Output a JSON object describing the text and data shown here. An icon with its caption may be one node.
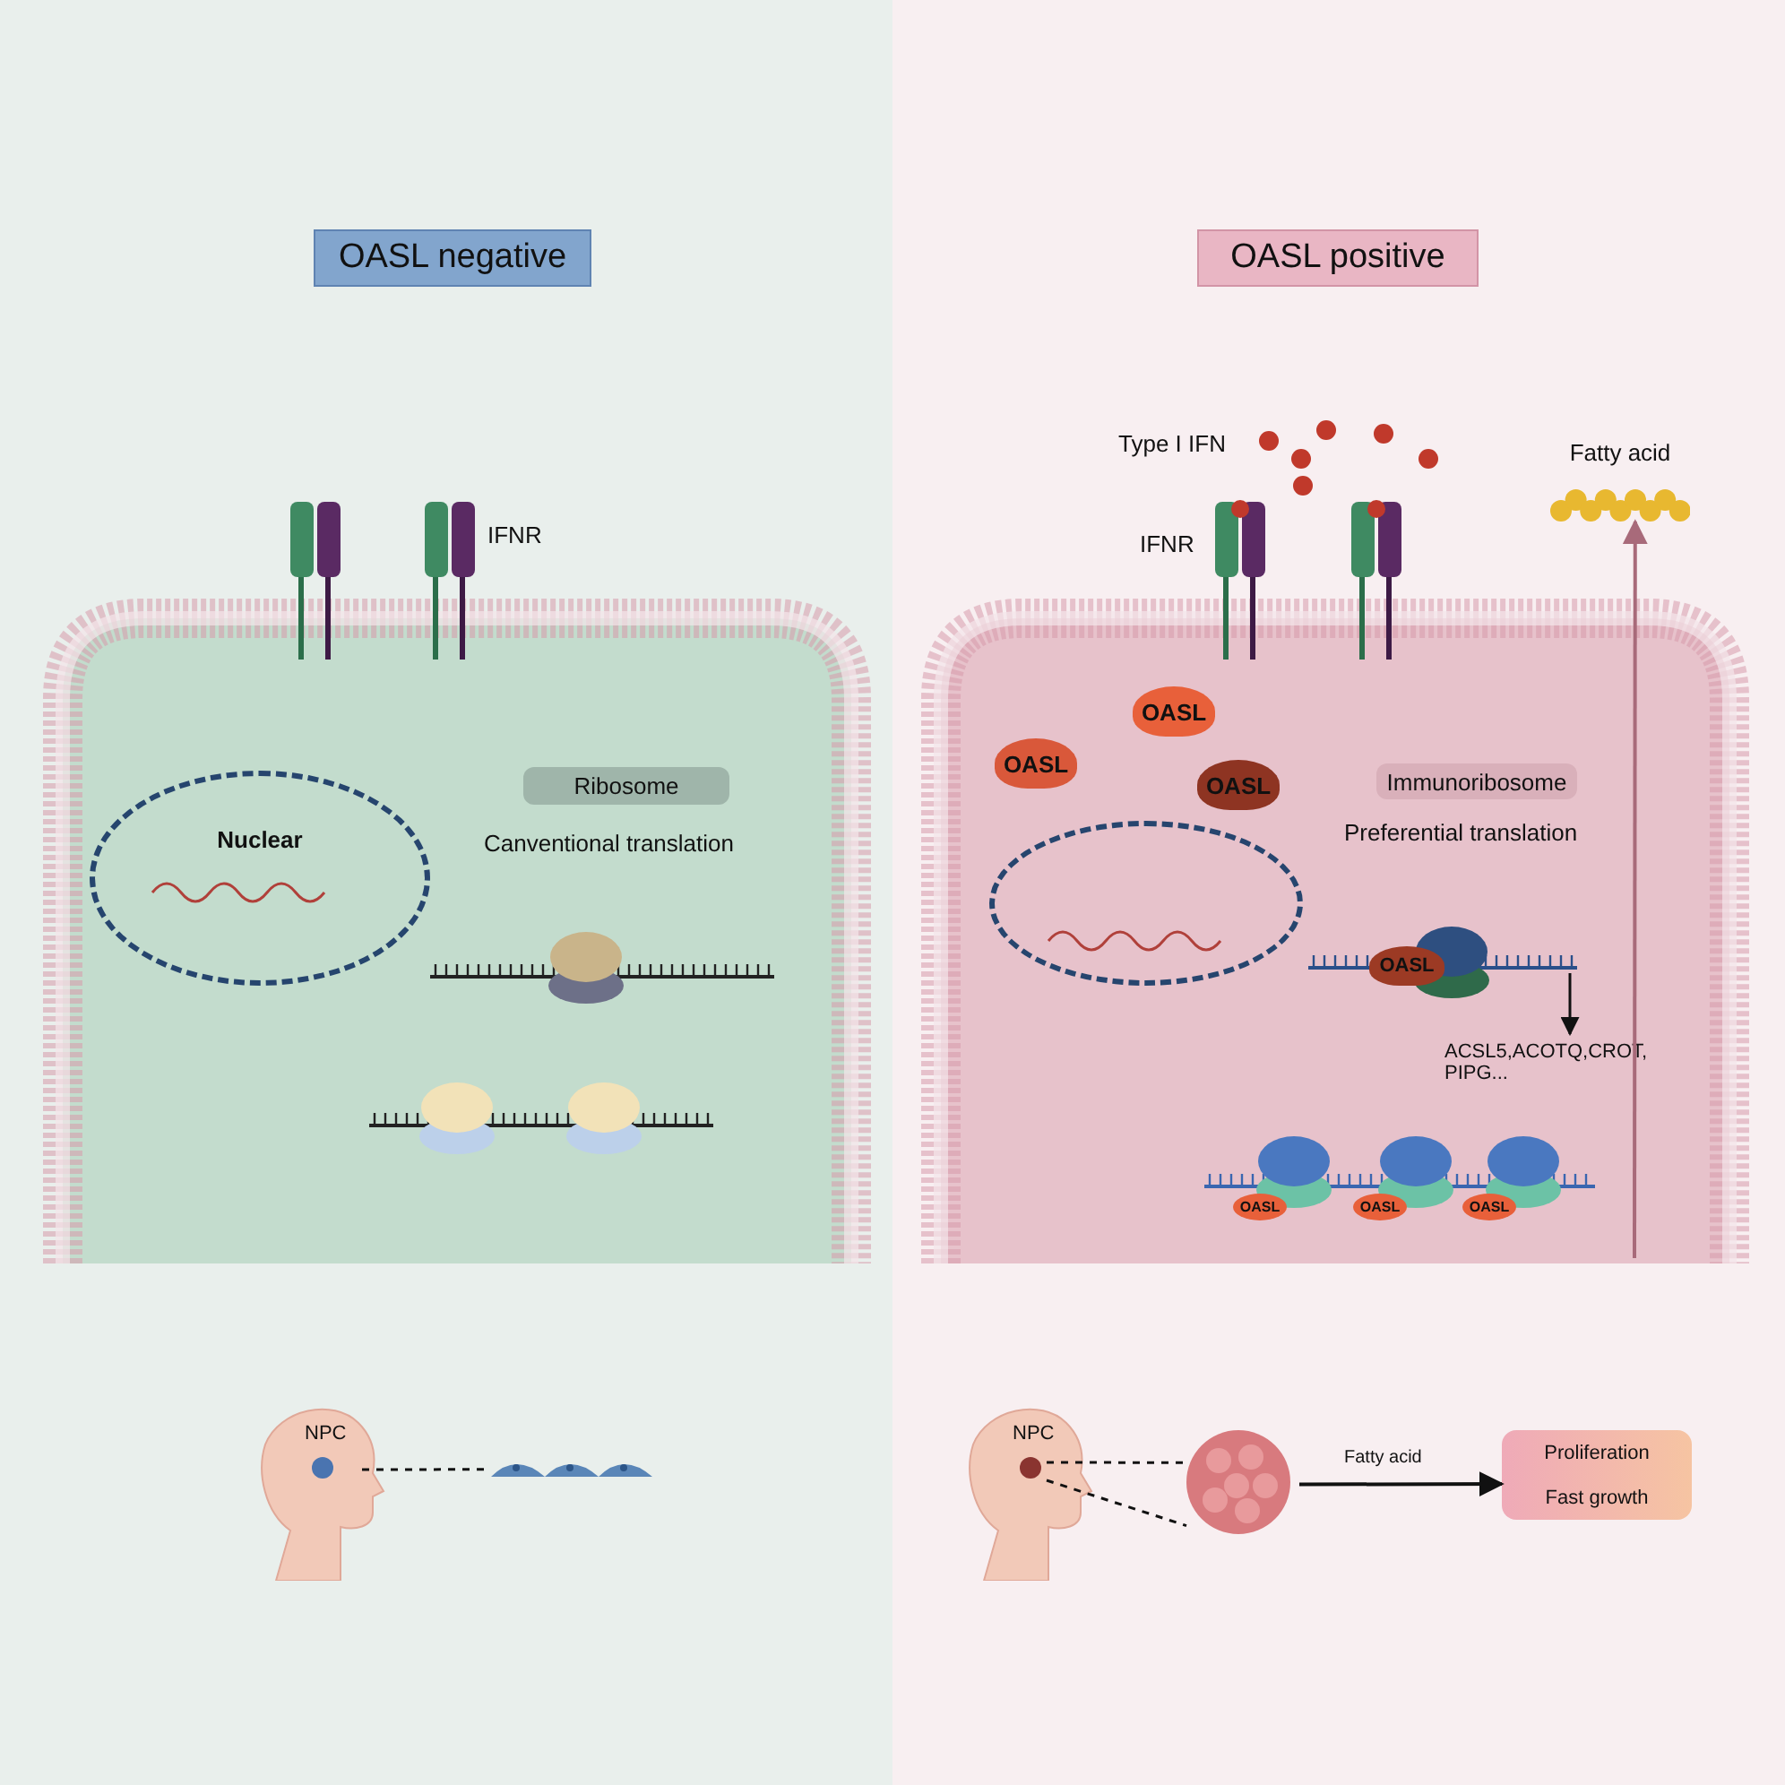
{
  "diagram": {
    "nodes": [
      {
        "text": [
          "OASL negative"
        ]
      },
      {
        "text": [
          "OASL positive"
        ]
      },
      {
        "text": [
          "Nuclear"
        ]
      },
      {
        "text": [
          "Ribosome"
        ]
      },
      {
        "text": [
          "NPC"
        ]
      },
      {
        "text": [],
        "shape": "picture"
      },
      {
        "text": [],
        "shape": "circle"
      },
      {
        "text": [
          "Immunoribosome"
        ]
      },
      {
        "text": [
          "OASL"
        ]
      },
      {
        "text": [
          "OASL"
        ]
      },
      {
        "text": [
          "OASL"
        ]
      },
      {
        "text": [
          "OASL"
        ]
      },
      {
        "text": [
          "OASL"
        ]
      },
      {
        "text": [
          "OASL"
        ]
      },
      {
        "text": [
          "OASL"
        ]
      },
      {
        "text": [
          "ACSL5,ACOTQ,CROT, PIPG..."
        ]
      },
      {
        "text": [
          "Fatty acid"
        ]
      },
      {
        "text": [
          "NPC"
        ]
      },
      {
        "text": [],
        "shape": "picture"
      },
      {
        "text": [
          "Proliferation",
          "Fast growth"
        ]
      }
    ],
    "edges": [
      {
        "from": 4,
        "to": 5,
        "arrow": "none",
        "style": "dashed"
      },
      {
        "from": 17,
        "to": 18,
        "arrow": "none",
        "style": "dashed"
      },
      {
        "from": 17,
        "to": 18,
        "arrow": "none",
        "style": "dashed"
      },
      {
        "from": 18,
        "to": 19,
        "arrow": "to",
        "label": "Fatty acid"
      },
      {
        "from": null,
        "to": 16,
        "arrow": "to",
        "color": "#a86a7a"
      },
      {
        "from": null,
        "to": 15,
        "arrow": "to"
      }
    ],
    "labels": [
      "IFNR",
      "Canventional translation",
      "Type I IFN",
      "IFNR",
      "Preferential translation"
    ]
  }
}
